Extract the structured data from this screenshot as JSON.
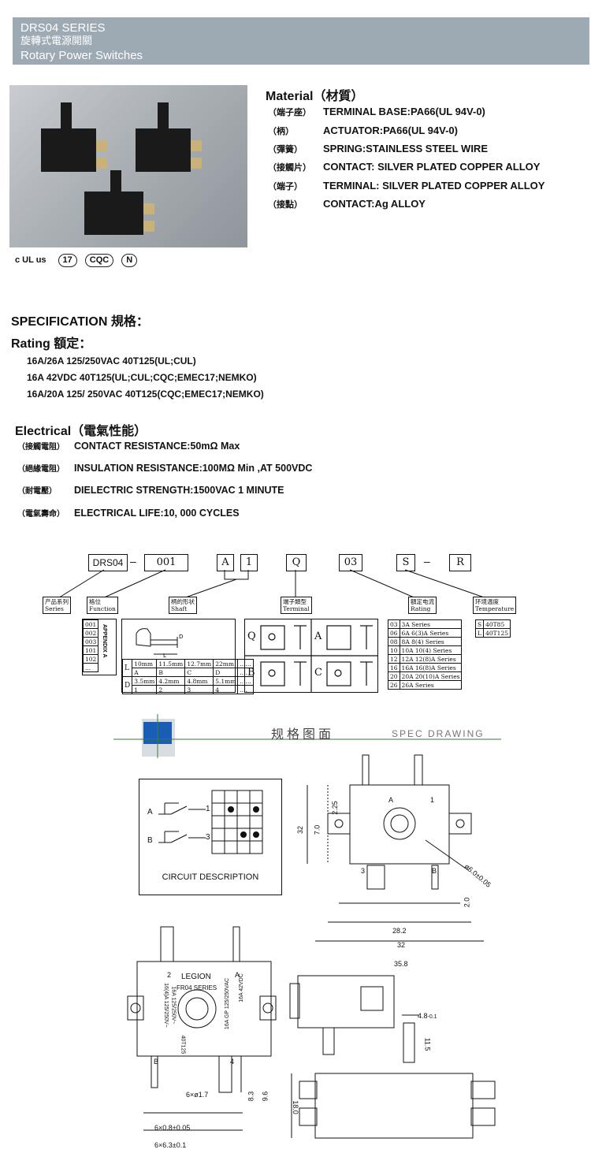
{
  "header": {
    "series": "DRS04 SERIES",
    "title_cn": "旋轉式電源開關",
    "title_en": "Rotary Power Switches"
  },
  "material": {
    "title": "Material（材質）",
    "rows": [
      {
        "cn": "（端子座）",
        "en": "TERMINAL BASE:PA66(UL 94V-0)"
      },
      {
        "cn": "（柄）",
        "en": "ACTUATOR:PA66(UL 94V-0)"
      },
      {
        "cn": "（彈簧）",
        "en": "SPRING:STAINLESS STEEL WIRE"
      },
      {
        "cn": "（接觸片）",
        "en": "CONTACT: SILVER PLATED COPPER ALLOY"
      },
      {
        "cn": "（端子）",
        "en": "TERMINAL: SILVER PLATED COPPER ALLOY"
      },
      {
        "cn": "（接點）",
        "en": "CONTACT:Ag ALLOY"
      }
    ]
  },
  "certs": [
    "c UL us",
    "17",
    "CQC",
    "N"
  ],
  "specification": {
    "title": "SPECIFICATION 規格：",
    "rating_title": "Rating 額定：",
    "ratings": [
      "16A/26A 125/250VAC  40T125(UL;CUL)",
      "16A 42VDC  40T125(UL;CUL;CQC;EMEC17;NEMKO)",
      "16A/20A 125/ 250VAC 40T125(CQC;EMEC17;NEMKO)"
    ]
  },
  "electrical": {
    "title": "Electrical（電氣性能）",
    "rows": [
      {
        "cn": "（接觸電阻）",
        "en": "CONTACT RESISTANCE:50mΩ Max"
      },
      {
        "cn": "（絕緣電阻）",
        "en": "INSULATION RESISTANCE:100MΩ Min ,AT 500VDC"
      },
      {
        "cn": "（耐電壓）",
        "en": "DIELECTRIC STRENGTH:1500VAC  1 MINUTE"
      },
      {
        "cn": "（電氣壽命）",
        "en": "ELECTRICAL LIFE:10, 000 CYCLES"
      }
    ]
  },
  "ordering": {
    "codes": [
      "DRS04",
      "001",
      "A",
      "1",
      "Q",
      "03",
      "S",
      "R"
    ],
    "labels": {
      "series": [
        "产品系列",
        "Series"
      ],
      "function": [
        "格位",
        "Function"
      ],
      "shaft": [
        "柄的形状",
        "Shaft"
      ],
      "terminal": [
        "端子類型",
        "Terminal"
      ],
      "rating": [
        "額定电流",
        "Rating"
      ],
      "temperature": [
        "环境温度",
        "Temperature"
      ]
    },
    "function_codes": [
      "001",
      "002",
      "003",
      "101",
      "102",
      "..."
    ],
    "appendix": "APPENDIX A",
    "shaft_table": {
      "l_row": [
        "L",
        "10mm",
        "11.5mm",
        "12.7mm",
        "22mm",
        "......"
      ],
      "l_code": [
        "",
        "A",
        "B",
        "C",
        "D",
        "...."
      ],
      "d_row": [
        "D",
        "3.5mm",
        "4.2mm",
        "4.8mm",
        "5.1mm",
        "......"
      ],
      "d_code": [
        "",
        "1",
        "2",
        "3",
        "4",
        "...."
      ]
    },
    "terminal_types": [
      "Q",
      "A",
      "B",
      "C"
    ],
    "rating_table": [
      [
        "03",
        "3A Series"
      ],
      [
        "06",
        "6A 6(3)A Series"
      ],
      [
        "08",
        "8A 8(4) Series"
      ],
      [
        "10",
        "10A 10(4) Series"
      ],
      [
        "12",
        "12A 12(8)A Series"
      ],
      [
        "16",
        "16A 16(8)A Series"
      ],
      [
        "20",
        "20A 20(10)A Series"
      ],
      [
        "26",
        "26A Series"
      ]
    ],
    "temp_table": [
      [
        "S",
        "40T85"
      ],
      [
        "L",
        "40T125"
      ]
    ]
  },
  "drawing": {
    "title_cn": "规格图面",
    "title_en": "SPEC  DRAWING",
    "circuit_caption": "CIRCUIT DESCRIPTION",
    "circuit_labels": [
      "A",
      "B",
      "1",
      "3"
    ],
    "top_view_labels": [
      "A",
      "1",
      "3",
      "B"
    ],
    "dims_top": [
      "32",
      "7.0",
      "2.25",
      "ø6.0±0.05",
      "2.0",
      "28.2",
      "32",
      "35.8"
    ],
    "front_labels": [
      "LEGION",
      "FR04 SERIES",
      "2",
      "A",
      "B",
      "4",
      "16A 125/250V~",
      "16(4)A 125/250V~",
      "16A GP 125/250VAC",
      "16A 42VDC",
      "40T125"
    ],
    "dims_front": [
      "6×ø1.7",
      "8.3",
      "9.6",
      "6×0.8±0.05",
      "6×6.3±0.1"
    ],
    "dims_side": [
      "4.8",
      "-0.1",
      "11.5",
      "18.0"
    ]
  }
}
